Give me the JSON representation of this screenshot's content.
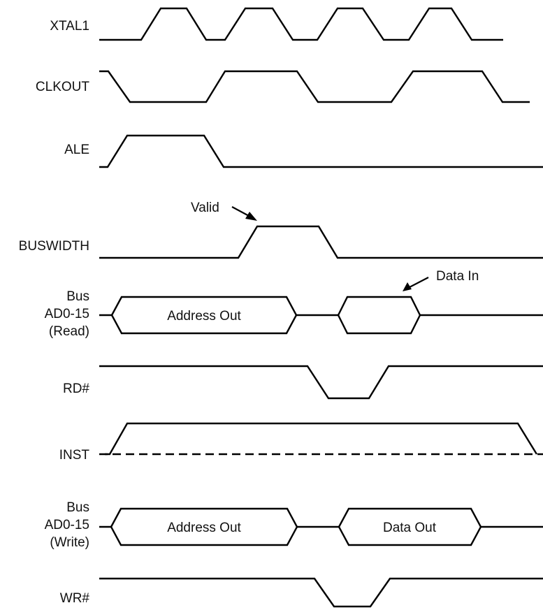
{
  "signals": {
    "xtal1": "XTAL1",
    "clkout": "CLKOUT",
    "ale": "ALE",
    "buswidth": "BUSWIDTH",
    "bus_read": [
      "Bus",
      "AD0-15",
      "(Read)"
    ],
    "rd": "RD#",
    "inst": "INST",
    "bus_write": [
      "Bus",
      "AD0-15",
      "(Write)"
    ],
    "wr": "WR#"
  },
  "bus_read": {
    "address": "Address Out",
    "data": "Data In"
  },
  "bus_write": {
    "address": "Address Out",
    "data": "Data Out"
  },
  "annotations": {
    "valid": "Valid",
    "data_in": "Data In"
  }
}
